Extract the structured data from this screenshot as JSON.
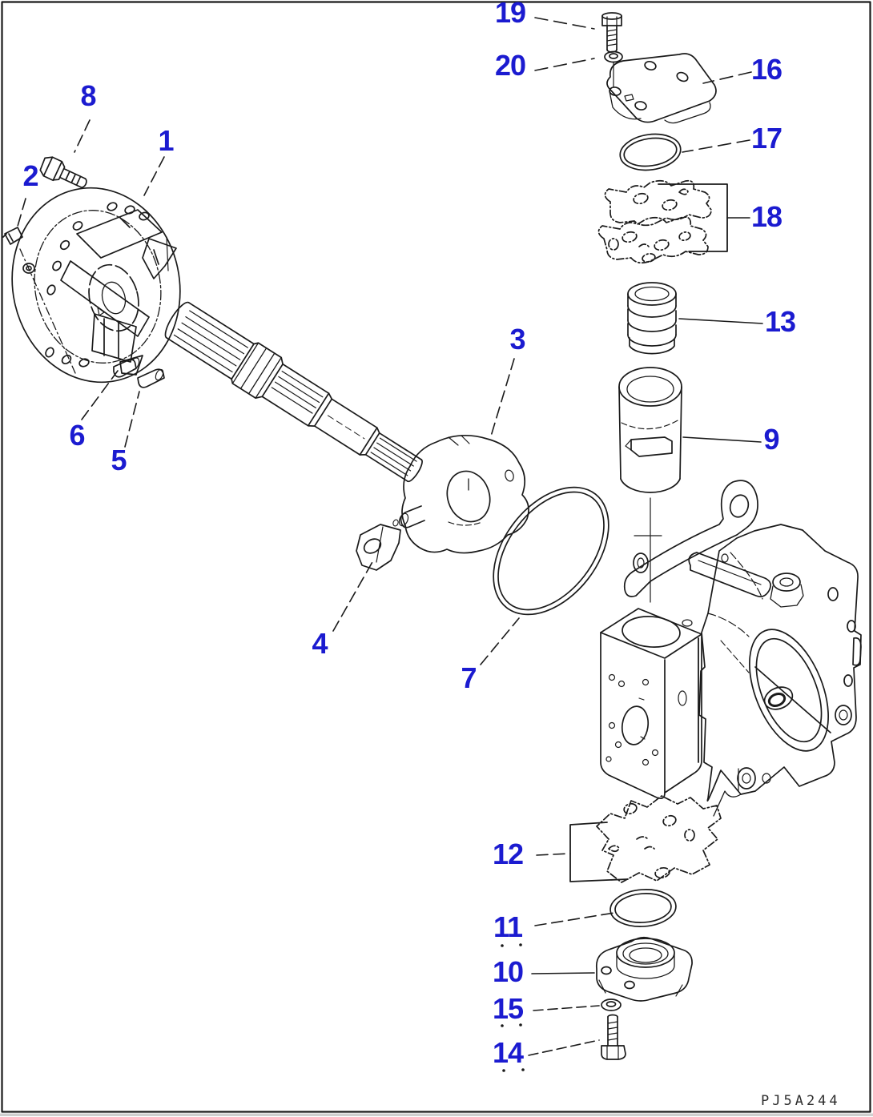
{
  "diagram": {
    "kind": "exploded-parts-diagram",
    "figure_code": "PJ5A244",
    "callout_color": "#1b1bd0",
    "line_color": "#1a1a1a",
    "background_color": "#ffffff",
    "callouts": [
      {
        "label": "1"
      },
      {
        "label": "2"
      },
      {
        "label": "3"
      },
      {
        "label": "4"
      },
      {
        "label": "5"
      },
      {
        "label": "6"
      },
      {
        "label": "7"
      },
      {
        "label": "8"
      },
      {
        "label": "9"
      },
      {
        "label": "10"
      },
      {
        "label": "11"
      },
      {
        "label": "12"
      },
      {
        "label": "13"
      },
      {
        "label": "14"
      },
      {
        "label": "15"
      },
      {
        "label": "16"
      },
      {
        "label": "17"
      },
      {
        "label": "18"
      },
      {
        "label": "19"
      },
      {
        "label": "20"
      }
    ]
  }
}
